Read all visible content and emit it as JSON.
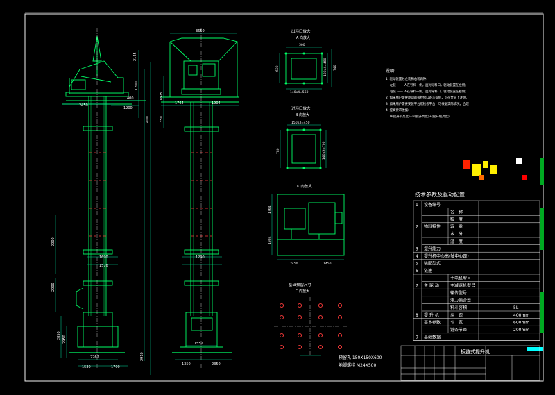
{
  "colors": {
    "background": "#000000",
    "frame": "#f2f2f2",
    "line": "#00ff66",
    "dim": "#00e0a0",
    "text": "#ffffff",
    "accent_yellow": "#ffee00",
    "accent_red": "#ff2200",
    "accent_green": "#00cc33"
  },
  "dims": {
    "top_width": "3650",
    "left_width": "2450",
    "d400": "400",
    "d1200": "1200",
    "d1764": "1764",
    "d1904": "1904",
    "d1875": "1875",
    "d1690": "1690",
    "d1576": "1576",
    "d1290": "1290",
    "d1552": "1552",
    "bottom_l1": "2262",
    "bottom_l2": "1530",
    "bottom_l3": "1700",
    "bottom_r1": "1350",
    "bottom_r2": "2350",
    "v2145": "2145",
    "v2000a": "2000",
    "v2000b": "2000",
    "v2850": "2850",
    "v2950": "2950",
    "v2910": "2910",
    "v1400": "1400",
    "v1350": "1350",
    "v1200": "1200"
  },
  "views": {
    "outlet_title": "出料口放大",
    "outlet_sub": "A 向放大",
    "outlet_d1": "500",
    "outlet_d2": "600",
    "outlet_d3": "140x4=560",
    "outlet_d4": "120x4=480",
    "outlet_d5": "740",
    "inlet_title": "进料口放大",
    "inlet_sub": "B 向放大",
    "inlet_d1": "150x3=450",
    "inlet_d2": "780",
    "inlet_d3": "140x5=700",
    "k_title": "K 向放大",
    "k_d1": "2450",
    "k_d2": "1450",
    "k_d3": "1764",
    "k_d4": "1904",
    "base_title": "基础预留尺寸",
    "base_sub": "C 向放大",
    "hole_label": "预留孔 150X150X600",
    "bolt_label": "地脚螺栓 M24X500"
  },
  "notes": {
    "heading": "说明:",
    "lines": [
      "1. 驱动装置分左装和右装两种:",
      "左装 —— 人在导料一侧，面对导料口，驱动装置在左侧;",
      "右装 —— 人在导料一侧，面对导料口，驱动装置在右侧;",
      "2. 如采用户需要驱动的带检修口的斗提机，可在合同上注明。",
      "3. 如采用户需要安装平台或检修平台，可根据实际情况，合理",
      "4. 提高要求依据:",
      "H(提升机高度)=H(提升高度)+(提升机高度)"
    ]
  },
  "params": {
    "title": "技术参数及驱动配置",
    "rows": [
      {
        "no": "1",
        "label": "设备编号",
        "sub": "",
        "value": ""
      },
      {
        "no": "",
        "label": "",
        "sub": "名　称",
        "value": ""
      },
      {
        "no": "",
        "label": "",
        "sub": "粒　度",
        "value": ""
      },
      {
        "no": "2",
        "label": "物料特性",
        "sub": "容　重",
        "value": ""
      },
      {
        "no": "",
        "label": "",
        "sub": "水　分",
        "value": ""
      },
      {
        "no": "",
        "label": "",
        "sub": "温　度",
        "value": ""
      },
      {
        "no": "3",
        "label": "提升能力",
        "sub": "",
        "value": ""
      },
      {
        "no": "4",
        "label": "提升机中心高(轴中心距)",
        "sub": "",
        "value": ""
      },
      {
        "no": "5",
        "label": "装配型式",
        "sub": "",
        "value": ""
      },
      {
        "no": "6",
        "label": "链速",
        "sub": "",
        "value": ""
      },
      {
        "no": "",
        "label": "",
        "sub": "主电机型号",
        "value": ""
      },
      {
        "no": "7",
        "label": "主 驱 动",
        "sub": "主减速机型号",
        "value": ""
      },
      {
        "no": "",
        "label": "",
        "sub": "输传型号",
        "value": ""
      },
      {
        "no": "",
        "label": "",
        "sub": "液力偶合器",
        "value": ""
      },
      {
        "no": "",
        "label": "",
        "sub": "料斗容积",
        "value": "5L"
      },
      {
        "no": "8",
        "label": "提 升 机",
        "sub": "斗　距",
        "value": "400mm"
      },
      {
        "no": "",
        "label": "基本参数",
        "sub": "斗　宽",
        "value": "600mm"
      },
      {
        "no": "",
        "label": "",
        "sub": "链条节距",
        "value": "200mm"
      },
      {
        "no": "9",
        "label": "基础数据",
        "sub": "",
        "value": ""
      }
    ]
  },
  "titleblock": {
    "drawing_name": "板链式提升机"
  }
}
